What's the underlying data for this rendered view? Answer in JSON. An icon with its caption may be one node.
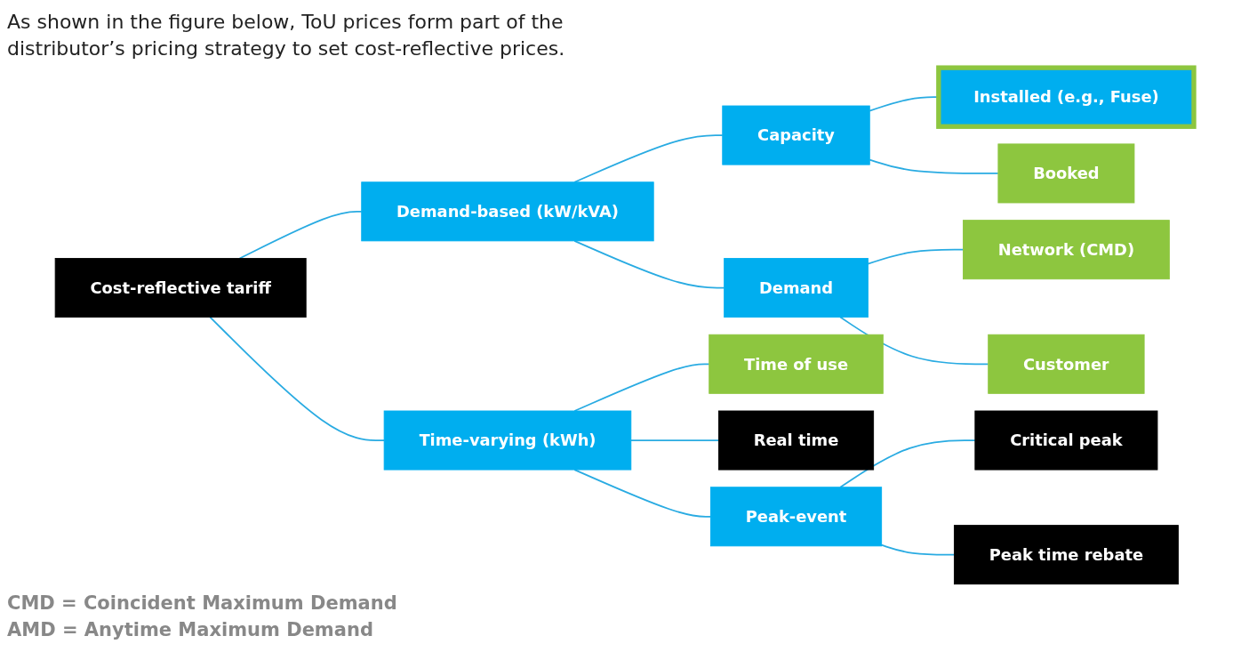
{
  "diagram": {
    "nodes": [
      {
        "text": [
          "Cost-reflective tariff"
        ]
      },
      {
        "text": [
          "Demand-based (kW/kVA)"
        ]
      },
      {
        "text": [
          "Time-varying (kWh)"
        ]
      },
      {
        "text": [
          "Capacity"
        ]
      },
      {
        "text": [
          "Demand"
        ]
      },
      {
        "text": [
          "Time of use"
        ]
      },
      {
        "text": [
          "Real time"
        ]
      },
      {
        "text": [
          "Peak-event"
        ]
      },
      {
        "text": [
          "Installed (e.g., Fuse)"
        ]
      },
      {
        "text": [
          "Booked"
        ]
      },
      {
        "text": [
          "Network (CMD)"
        ]
      },
      {
        "text": [
          "Customer"
        ]
      },
      {
        "text": [
          "Critical peak"
        ]
      },
      {
        "text": [
          "Peak time rebate"
        ]
      }
    ],
    "edges": [
      {
        "from": 0,
        "to": 1,
        "arrow": "none"
      },
      {
        "from": 0,
        "to": 2,
        "arrow": "none"
      },
      {
        "from": 1,
        "to": 3,
        "arrow": "none"
      },
      {
        "from": 1,
        "to": 4,
        "arrow": "none"
      },
      {
        "from": 2,
        "to": 5,
        "arrow": "none"
      },
      {
        "from": 2,
        "to": 6,
        "arrow": "none"
      },
      {
        "from": 2,
        "to": 7,
        "arrow": "none"
      },
      {
        "from": 3,
        "to": 8,
        "arrow": "none"
      },
      {
        "from": 3,
        "to": 9,
        "arrow": "none"
      },
      {
        "from": 4,
        "to": 10,
        "arrow": "none"
      },
      {
        "from": 4,
        "to": 11,
        "arrow": "none"
      },
      {
        "from": 7,
        "to": 12,
        "arrow": "none"
      },
      {
        "from": 7,
        "to": 13,
        "arrow": "none"
      }
    ],
    "labels": [
      "As shown in the figure below, ToU prices form part of the distributor’s pricing strategy to set cost-reflective prices.",
      "CMD = Coincident Maximum Demand",
      "AMD = Anytime Maximum Demand"
    ]
  }
}
